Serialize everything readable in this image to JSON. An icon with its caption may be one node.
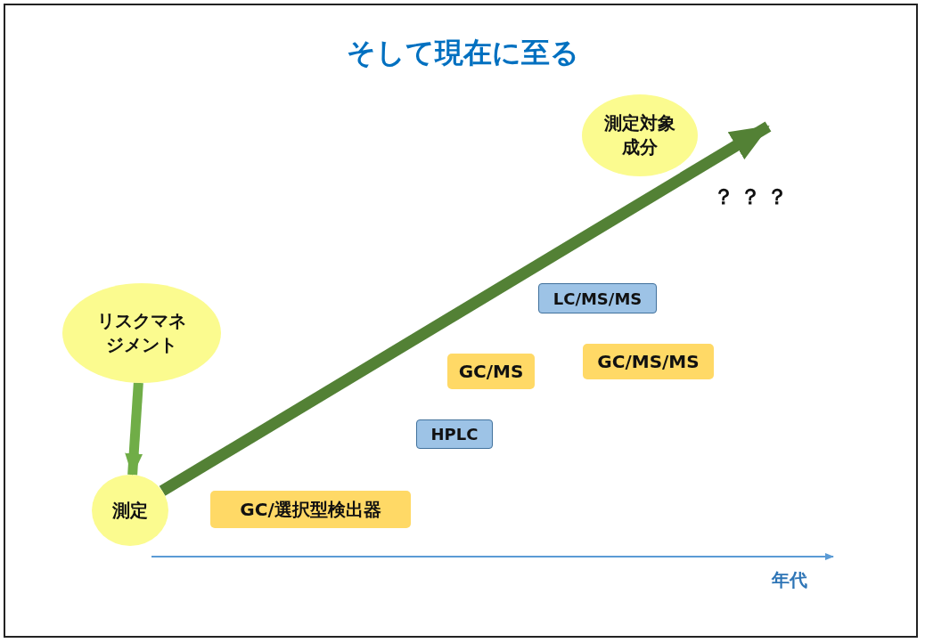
{
  "diagram": {
    "title": "そして現在に至る",
    "nodes": [
      {
        "text": [
          "測定対象成分"
        ]
      },
      {
        "text": [
          "LC/MS/MS"
        ]
      },
      {
        "text": [
          "リスクマネジメント"
        ]
      },
      {
        "text": [
          "GC/MS/MS"
        ]
      },
      {
        "text": [
          "GC/MS"
        ]
      },
      {
        "text": [
          "HPLC"
        ]
      },
      {
        "text": [
          "測定"
        ]
      },
      {
        "text": [
          "GC/選択型検出器"
        ]
      }
    ],
    "edges": [
      {
        "from": 2,
        "to": 6,
        "arrow": "to"
      },
      {
        "from": 6,
        "to": null,
        "arrow": "to",
        "color": "#538135"
      }
    ],
    "labels": [
      "？？？",
      "年代"
    ]
  }
}
